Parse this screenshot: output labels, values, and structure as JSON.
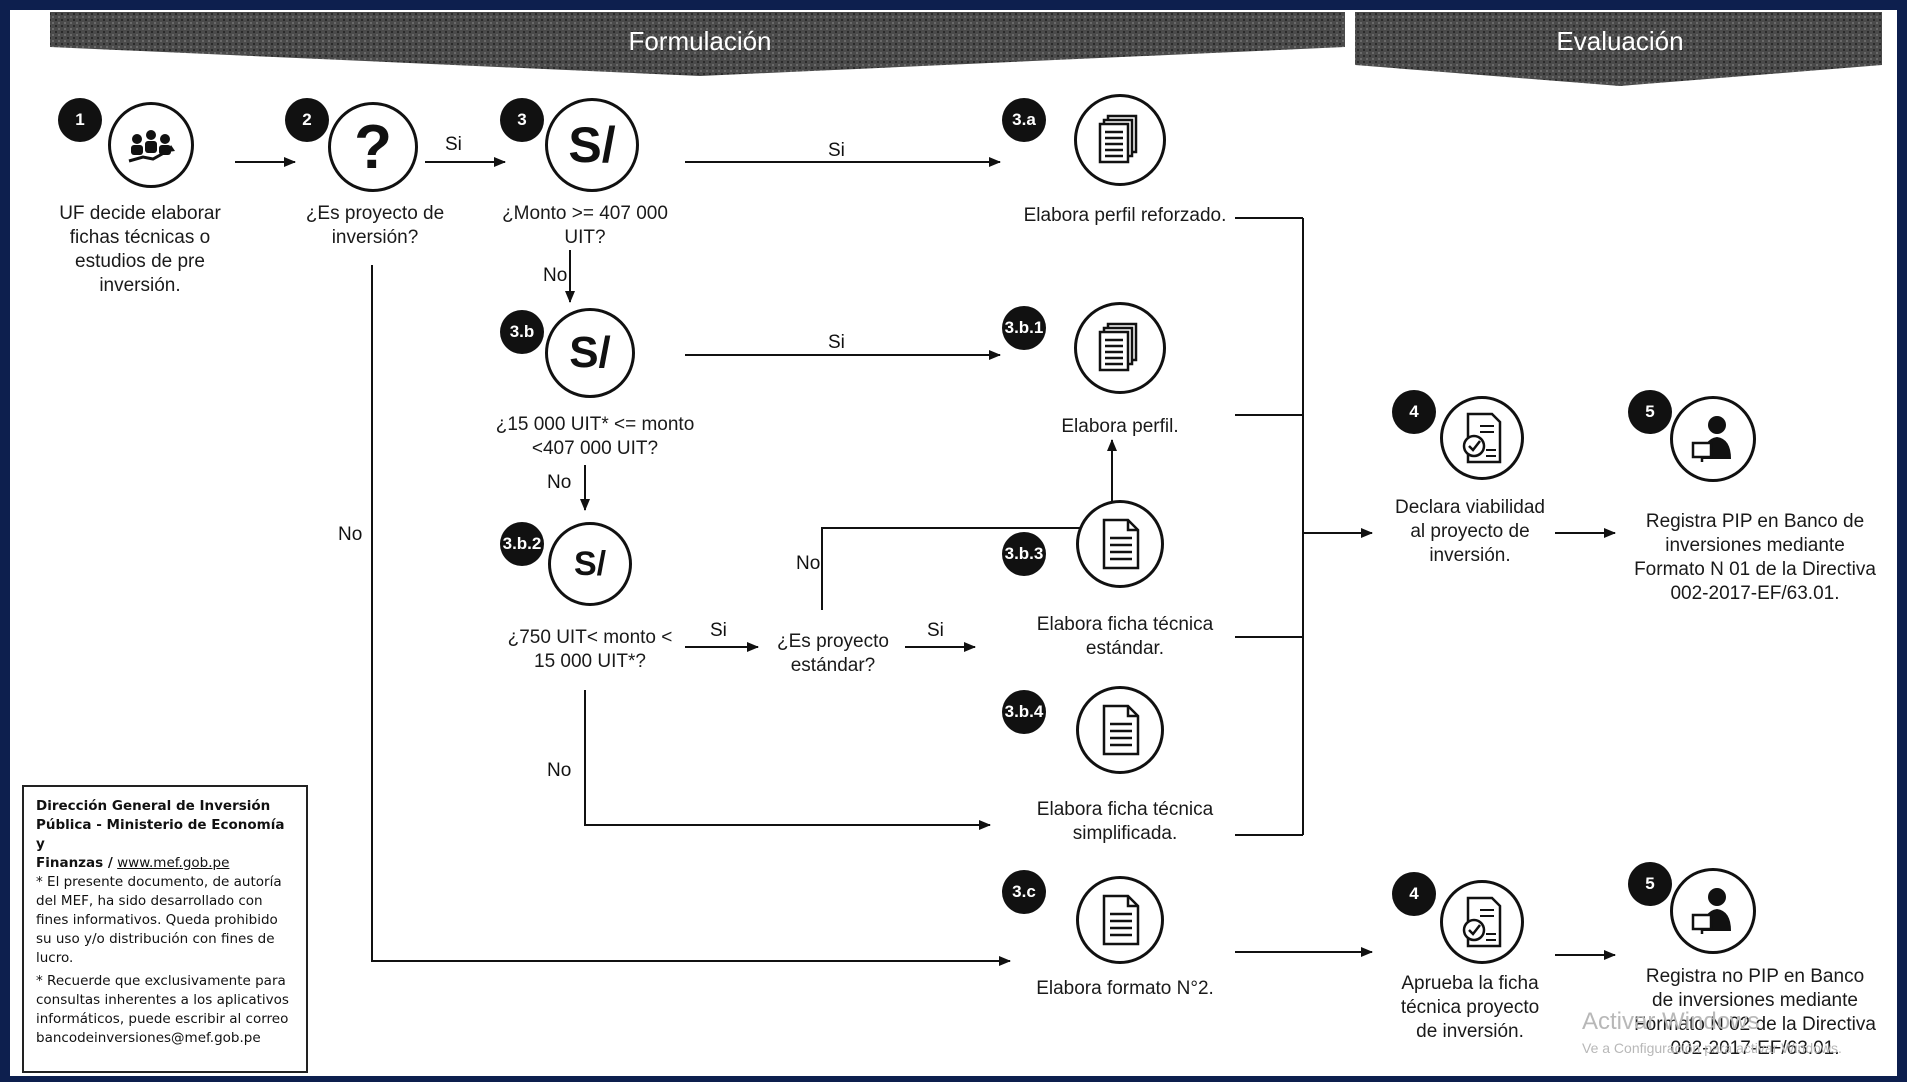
{
  "headers": {
    "formulacion": "Formulación",
    "evaluacion": "Evaluación"
  },
  "steps": {
    "s1": {
      "badge": "1",
      "text": "UF decide elaborar\nfichas técnicas o\nestudios de pre\ninversión.",
      "icon": "group-growth-icon"
    },
    "s2": {
      "badge": "2",
      "text": "¿Es proyecto de\ninversión?",
      "icon": "question-icon"
    },
    "s3": {
      "badge": "3",
      "text": "¿Monto >= 407 000\nUIT?",
      "symbol": "S/"
    },
    "s3b": {
      "badge": "3.b",
      "text": "¿15 000 UIT* <= monto\n<407 000 UIT?",
      "symbol": "S/"
    },
    "s3b2": {
      "badge": "3.b.2",
      "text": "¿750 UIT< monto <\n15 000 UIT*?",
      "symbol": "S/"
    },
    "estandar": {
      "text": "¿Es proyecto\nestándar?"
    },
    "s3a": {
      "badge": "3.a",
      "text": "Elabora perfil reforzado.",
      "icon": "document-stack-icon"
    },
    "s3b1": {
      "badge": "3.b.1",
      "text": "Elabora perfil.",
      "icon": "document-stack-icon"
    },
    "s3b3": {
      "badge": "3.b.3",
      "text": "Elabora ficha técnica\nestándar.",
      "icon": "document-icon"
    },
    "s3b4": {
      "badge": "3.b.4",
      "text": "Elabora ficha técnica\nsimplificada.",
      "icon": "document-icon"
    },
    "s3c": {
      "badge": "3.c",
      "text": "Elabora formato N°2.",
      "icon": "document-icon"
    },
    "s4a": {
      "badge": "4",
      "text": "Declara viabilidad\nal proyecto de\ninversión.",
      "icon": "checklist-icon"
    },
    "s5a": {
      "badge": "5",
      "text": "Registra PIP en Banco de\ninversiones mediante\nFormato N 01 de la Directiva\n002-2017-EF/63.01.",
      "icon": "user-computer-icon"
    },
    "s4b": {
      "badge": "4",
      "text": "Aprueba la ficha\ntécnica proyecto\nde inversión.",
      "icon": "checklist-icon"
    },
    "s5b": {
      "badge": "5",
      "text": "Registra no PIP en Banco\nde inversiones mediante\nFormato N 02 de la Directiva\n002-2017-EF/63.01.",
      "icon": "user-computer-icon"
    }
  },
  "edge_labels": {
    "si": "Si",
    "no": "No"
  },
  "note": {
    "org_line1": "Dirección General de Inversión",
    "org_line2": "Pública - Ministerio de Economía y",
    "org_line3": "Finanzas /",
    "org_link": "www.mef.gob.pe",
    "p1": "* El presente documento, de autoría del MEF, ha sido desarrollado con fines informativos. Queda prohibido su uso y/o distribución con fines de lucro.",
    "p2": "* Recuerde que exclusivamente para consultas inherentes a los aplicativos informáticos, puede escribir al correo bancodeinversiones@mef.gob.pe"
  },
  "watermark": {
    "line1": "Activar Windows",
    "line2": "Ve a Configuración para activar Windows."
  },
  "colors": {
    "frame": "#0d1f4e",
    "banner": "#3a3a3a",
    "ink": "#111111"
  }
}
